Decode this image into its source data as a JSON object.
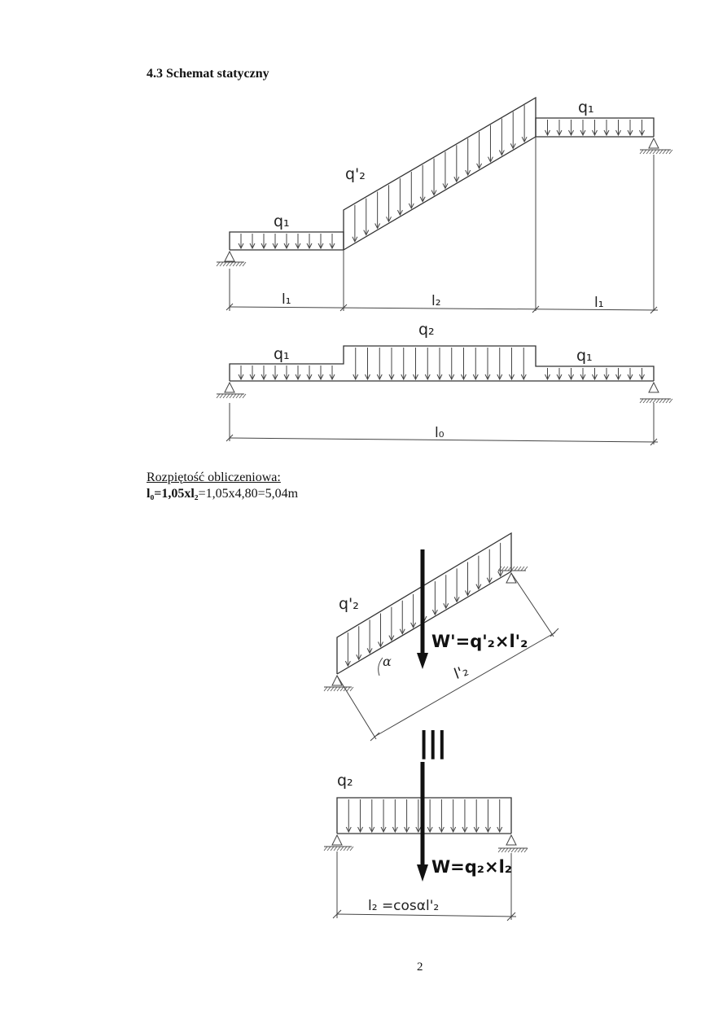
{
  "section_title": "4.3 Schemat statyczny",
  "span_heading": "Rozpiętość obliczeniowa:",
  "formula": {
    "bold_part": "l₀=1,05xl₂",
    "rest": "=1,05x4,80=5,04m"
  },
  "diagram1": {
    "load_left": "q₁",
    "load_inclined": "q'₂",
    "load_right": "q₁",
    "dim_left": "l₁",
    "dim_middle": "l₂",
    "dim_right": "l₁"
  },
  "diagram2": {
    "load_left": "q₁",
    "load_middle": "q₂",
    "load_right": "q₁",
    "dim_total": "l₀"
  },
  "diagram3": {
    "load_label": "q'₂",
    "resultant": "W'=q'₂×l'₂",
    "angle": "α",
    "dim_inclined": "l'₂"
  },
  "equivalence_symbol": "|||",
  "diagram4": {
    "load_label": "q₂",
    "resultant": "W=q₂×l₂",
    "dim_label": "l₂ =cosαl'₂"
  },
  "page_number": "2"
}
